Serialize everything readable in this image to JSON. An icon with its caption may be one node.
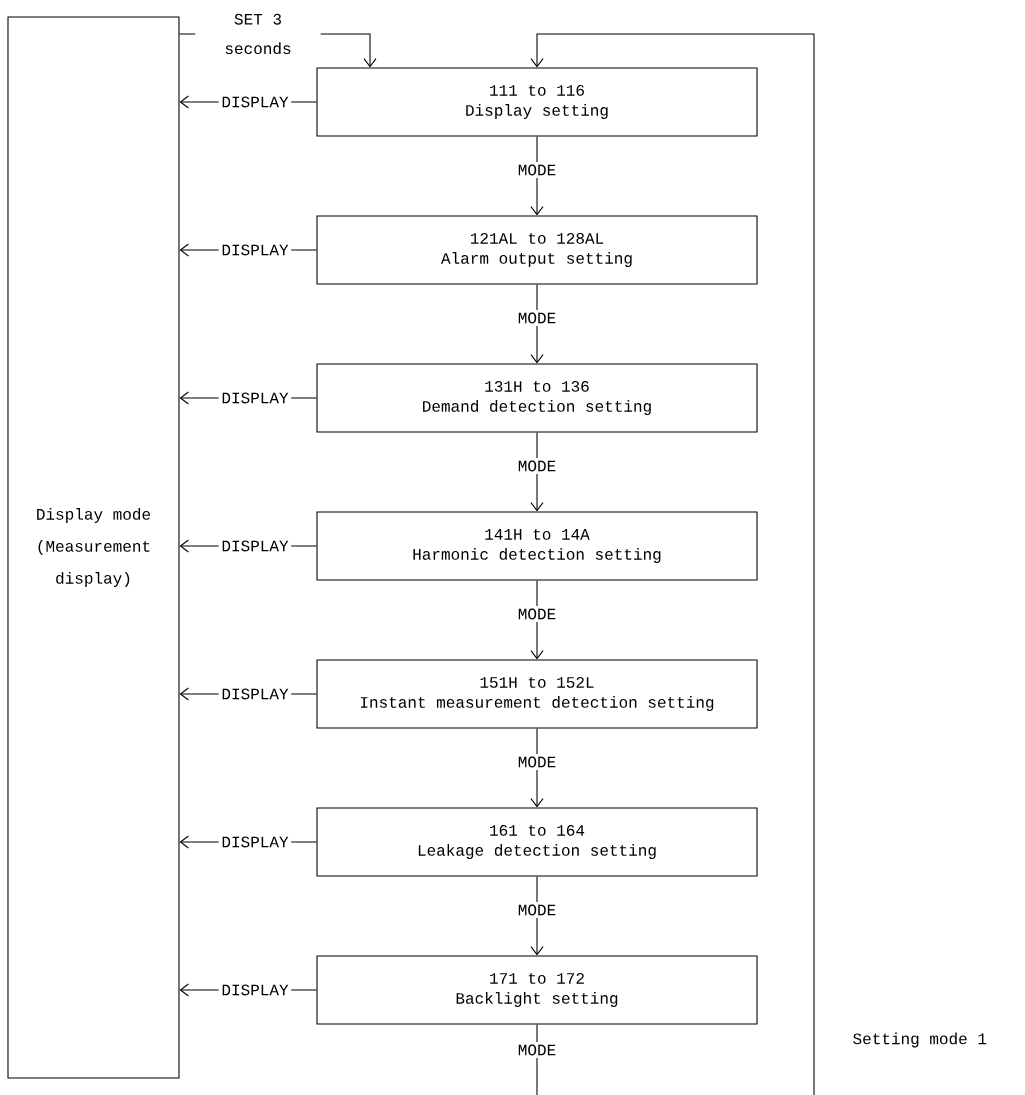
{
  "diagram": {
    "nodes": [
      {
        "text": [
          "Display mode",
          "(Measurement display)"
        ]
      },
      {
        "text": [
          "111 to 116",
          "Display setting"
        ]
      },
      {
        "text": [
          "121AL to 128AL",
          "Alarm output setting"
        ]
      },
      {
        "text": [
          "131H to 136",
          "Demand detection setting"
        ]
      },
      {
        "text": [
          "141H to 14A",
          "Harmonic detection setting"
        ]
      },
      {
        "text": [
          "151H to 152L",
          "Instant measurement detection setting"
        ]
      },
      {
        "text": [
          "161 to 164",
          "Leakage detection setting"
        ]
      },
      {
        "text": [
          "171 to 172",
          "Backlight setting"
        ]
      }
    ],
    "edges": [
      {
        "from": 0,
        "to": 1,
        "arrow": "to",
        "label": "SET 3 seconds"
      },
      {
        "from": 1,
        "to": 2,
        "arrow": "to",
        "label": "MODE"
      },
      {
        "from": 2,
        "to": 3,
        "arrow": "to",
        "label": "MODE"
      },
      {
        "from": 3,
        "to": 4,
        "arrow": "to",
        "label": "MODE"
      },
      {
        "from": 4,
        "to": 5,
        "arrow": "to",
        "label": "MODE"
      },
      {
        "from": 5,
        "to": 6,
        "arrow": "to",
        "label": "MODE"
      },
      {
        "from": 6,
        "to": 7,
        "arrow": "to",
        "label": "MODE"
      },
      {
        "from": 7,
        "to": 1,
        "arrow": "to",
        "label": "MODE"
      },
      {
        "from": 1,
        "to": 0,
        "arrow": "to",
        "label": "DISPLAY"
      },
      {
        "from": 2,
        "to": 0,
        "arrow": "to",
        "label": "DISPLAY"
      },
      {
        "from": 3,
        "to": 0,
        "arrow": "to",
        "label": "DISPLAY"
      },
      {
        "from": 4,
        "to": 0,
        "arrow": "to",
        "label": "DISPLAY"
      },
      {
        "from": 5,
        "to": 0,
        "arrow": "to",
        "label": "DISPLAY"
      },
      {
        "from": 6,
        "to": 0,
        "arrow": "to",
        "label": "DISPLAY"
      },
      {
        "from": 7,
        "to": 0,
        "arrow": "to",
        "label": "DISPLAY"
      }
    ],
    "labels": [
      "Setting mode 1"
    ]
  }
}
